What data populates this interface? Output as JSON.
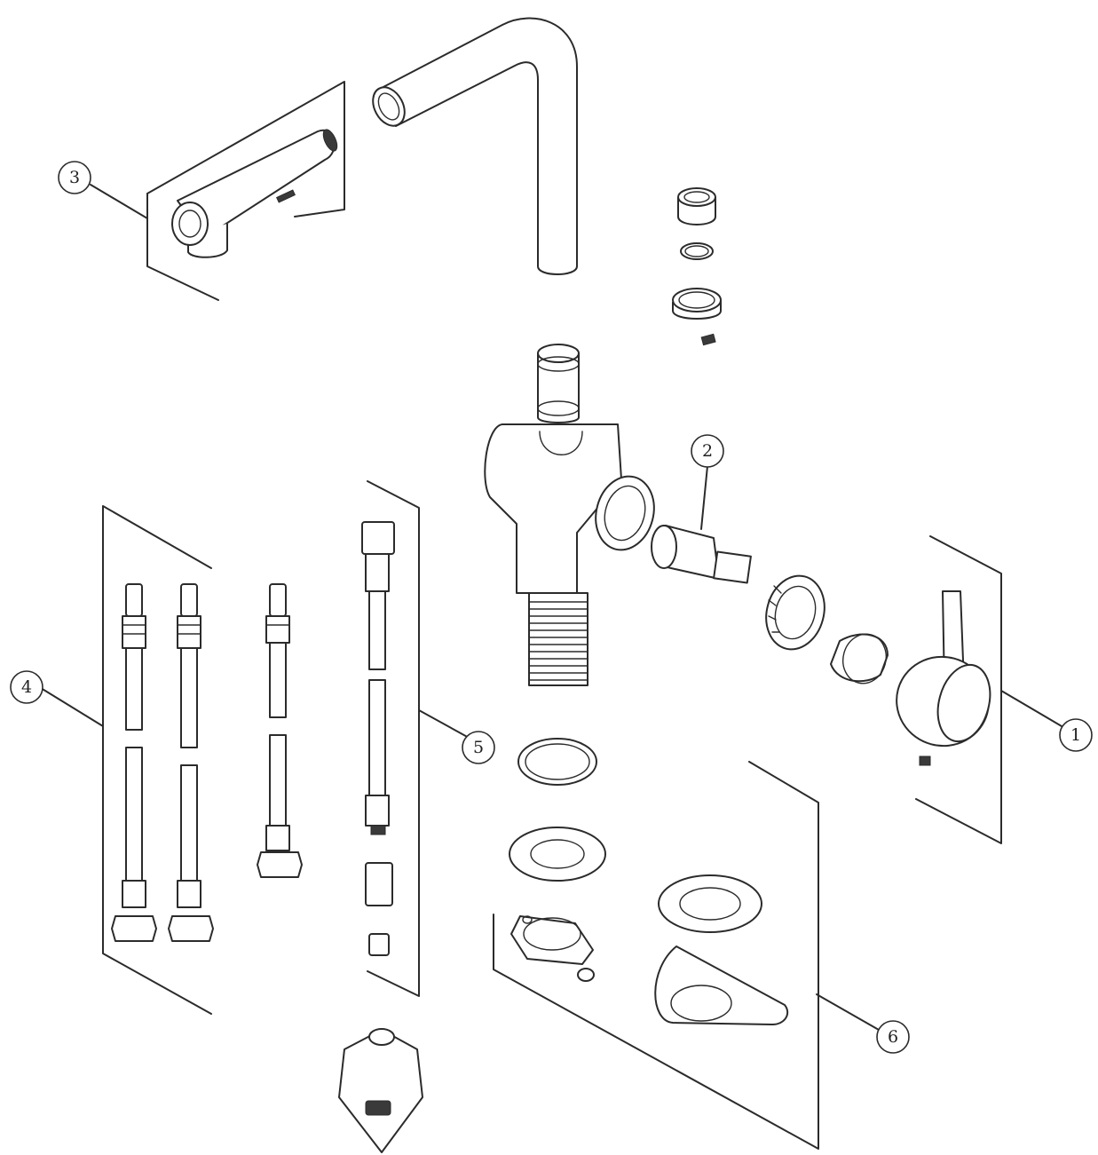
{
  "colors": {
    "stroke": "#2b2b2b",
    "background": "#ffffff"
  },
  "callouts": [
    {
      "id": "1",
      "label": "1"
    },
    {
      "id": "2",
      "label": "2"
    },
    {
      "id": "3",
      "label": "3"
    },
    {
      "id": "4",
      "label": "4"
    },
    {
      "id": "5",
      "label": "5"
    },
    {
      "id": "6",
      "label": "6"
    }
  ]
}
